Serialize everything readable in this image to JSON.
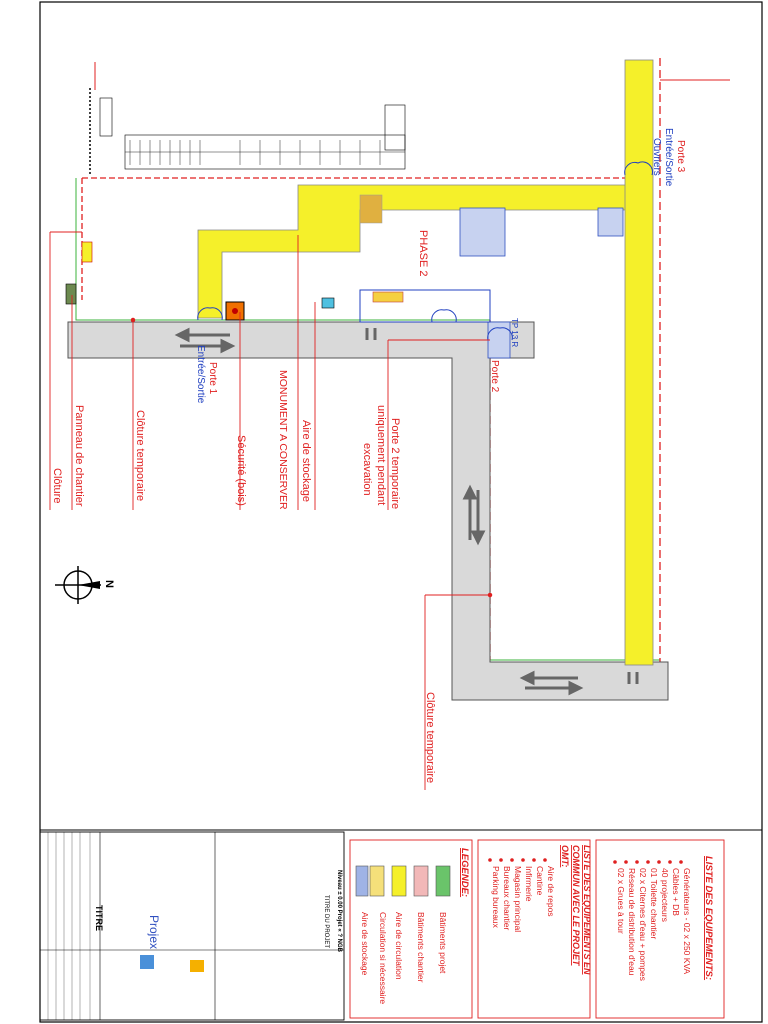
{
  "plan": {
    "labels": {
      "phase2": "PHASE 2",
      "porte3": "Porte 3",
      "porte3_sub1": "Entrée/Sortie",
      "porte3_sub2": "Ouvriers",
      "porte1": "Porte 1",
      "porte1_sub": "Entrée/Sortie",
      "porte2": "Porte 2",
      "porte2_tag": "TP 13 R"
    },
    "callouts": {
      "cloture": "Clôture",
      "panneau": "Panneau de chantier",
      "cloture_temp": "Clôture temporaire",
      "securite": "Sécurité (bois)",
      "monument": "MONUMENT A CONSERVER",
      "aire_stockage": "Aire de stockage",
      "porte2_temp_1": "Porte 2 temporaire",
      "porte2_temp_2": "uniquement pendant",
      "porte2_temp_3": "excavation",
      "cloture_temp_2": "Clôture temporaire"
    },
    "north": "N"
  },
  "equipements": {
    "title": "LISTE DES EQUIPEMENTS:",
    "items": [
      "Générateurs - 02 x 250 KVA",
      "Câbles + DB",
      "40 projecteurs",
      "01 Toilette chantier",
      "02 x Citernes d'eau + pompes",
      "Réseau de distribution d'eau",
      "02 x Grues à tour"
    ]
  },
  "commun": {
    "title_1": "LISTE DES EQUIPEMENTS EN",
    "title_2": "COMMUN AVEC LE PROJET",
    "title_3": "OMT:",
    "items": [
      "Aire de repos",
      "Cantine",
      "Infirmerie",
      "Magasin principal",
      "Bureaux chantier",
      "Parking bureaux"
    ]
  },
  "legende": {
    "title": "LEGENDE:",
    "items": [
      {
        "color": "#6ac46a",
        "label": "Bâtiments projet"
      },
      {
        "color": "#f2b8b8",
        "label": "Bâtiments chantier"
      },
      {
        "color": "#f5f02a",
        "label": "Aire de circulation"
      },
      {
        "color": "#f5f02a",
        "label": "Circulation si nécessaire"
      },
      {
        "color": "#9fb3e6",
        "label": "Aire de stockage"
      }
    ]
  },
  "titleblock": {
    "titre_projet": "TITRE DU PROJET",
    "niveau": "Niveau ± 0.00 Projet « ? NGB",
    "titre": "TITRE",
    "firm": "Projex"
  }
}
